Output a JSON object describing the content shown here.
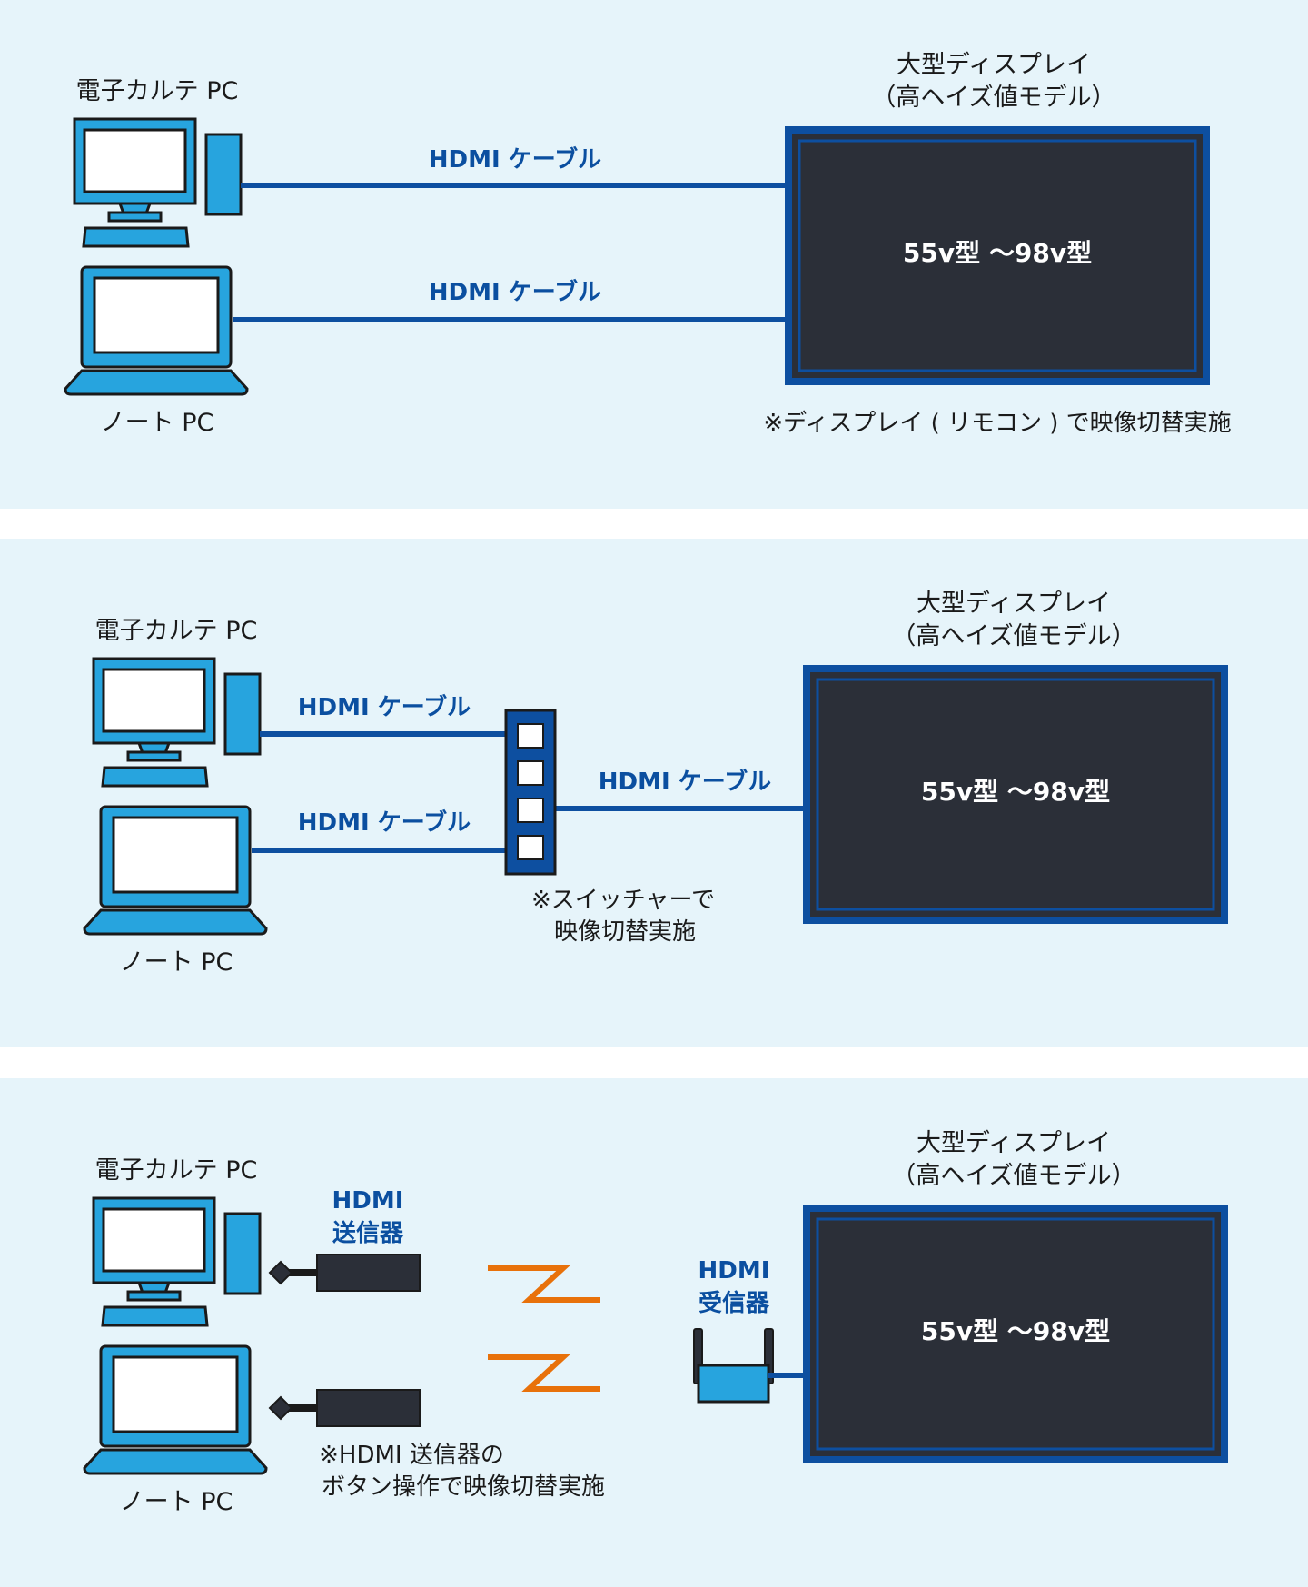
{
  "colors": {
    "panel_bg": "#e6f4fa",
    "device_blue": "#27a4de",
    "cable_blue": "#0d4fa0",
    "label_blue": "#0b4fa0",
    "outline": "#1a1a1a",
    "display_fill": "#2b2f38",
    "display_frame": "#0d4fa0",
    "wireless_orange": "#e8710a",
    "text_dark": "#1a1a1a",
    "text_white": "#ffffff"
  },
  "icons": [
    "desktop-pc-icon",
    "laptop-icon",
    "display-icon",
    "switcher-icon",
    "transmitter-icon",
    "receiver-icon",
    "wireless-signal-icon"
  ],
  "panel1": {
    "pc_label": "電子カルテ PC",
    "laptop_label": "ノート PC",
    "cable1_label": "HDMI ケーブル",
    "cable2_label": "HDMI ケーブル",
    "display_title_1": "大型ディスプレイ",
    "display_title_2": "（高ヘイズ値モデル）",
    "display_size": "55v型 〜98v型",
    "note": "※ディスプレイ ( リモコン ) で映像切替実施"
  },
  "panel2": {
    "pc_label": "電子カルテ PC",
    "laptop_label": "ノート PC",
    "cable1_label": "HDMI ケーブル",
    "cable2_label": "HDMI ケーブル",
    "cable3_label": "HDMI ケーブル",
    "display_title_1": "大型ディスプレイ",
    "display_title_2": "（高ヘイズ値モデル）",
    "display_size": "55v型 〜98v型",
    "note_1": "※スイッチャーで",
    "note_2": "映像切替実施"
  },
  "panel3": {
    "pc_label": "電子カルテ PC",
    "laptop_label": "ノート PC",
    "tx_label_1": "HDMI",
    "tx_label_2": "送信器",
    "rx_label_1": "HDMI",
    "rx_label_2": "受信器",
    "display_title_1": "大型ディスプレイ",
    "display_title_2": "（高ヘイズ値モデル）",
    "display_size": "55v型 〜98v型",
    "note_1": "※HDMI 送信器の",
    "note_2": "ボタン操作で映像切替実施"
  }
}
